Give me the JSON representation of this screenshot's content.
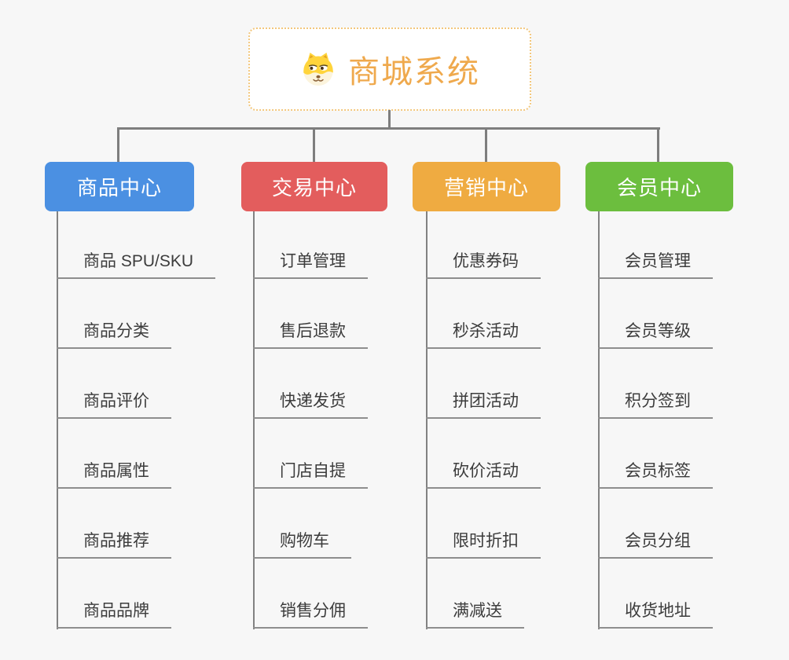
{
  "page": {
    "background": "#F7F7F7"
  },
  "root": {
    "label": "商城系统",
    "icon": "doge-icon",
    "text_color": "#EFA94D",
    "border_color": "#F3C77C",
    "background": "#FFFFFF"
  },
  "connector_color": "#7E7E7E",
  "leaf_style": {
    "text_color": "#3C3C3C",
    "underline_color": "#8E8E8E"
  },
  "branches": [
    {
      "label": "商品中心",
      "color": "#4B90E2",
      "children": [
        "商品 SPU/SKU",
        "商品分类",
        "商品评价",
        "商品属性",
        "商品推荐",
        "商品品牌"
      ]
    },
    {
      "label": "交易中心",
      "color": "#E35D5D",
      "children": [
        "订单管理",
        "售后退款",
        "快递发货",
        "门店自提",
        "购物车",
        "销售分佣"
      ]
    },
    {
      "label": "营销中心",
      "color": "#EFAB41",
      "children": [
        "优惠券码",
        "秒杀活动",
        "拼团活动",
        "砍价活动",
        "限时折扣",
        "满减送"
      ]
    },
    {
      "label": "会员中心",
      "color": "#6CBE3E",
      "children": [
        "会员管理",
        "会员等级",
        "积分签到",
        "会员标签",
        "会员分组",
        "收货地址"
      ]
    }
  ]
}
